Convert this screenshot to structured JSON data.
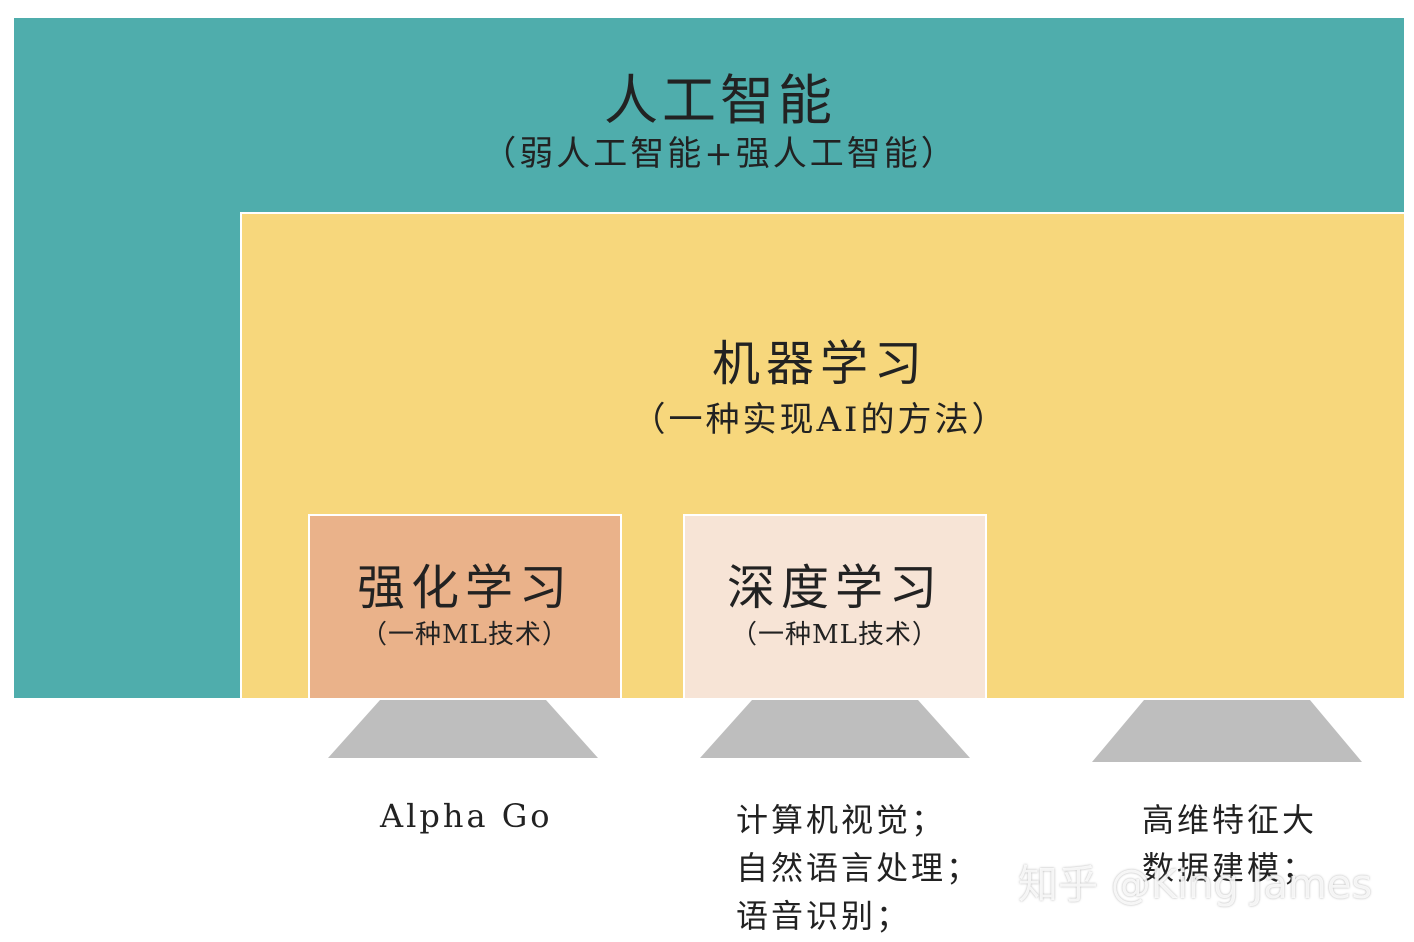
{
  "ai": {
    "title": "人工智能",
    "subtitle": "（弱人工智能+强人工智能）",
    "color": "#4FADAC"
  },
  "ml": {
    "title": "机器学习",
    "subtitle": "（一种实现AI的方法）",
    "color": "#F7D77C"
  },
  "rl": {
    "title": "强化学习",
    "subtitle": "（一种ML技术）",
    "color": "#EAB28A"
  },
  "dl": {
    "title": "深度学习",
    "subtitle": "（一种ML技术）",
    "color": "#F7E4D6"
  },
  "applications": {
    "rl": [
      "Alpha Go"
    ],
    "dl": [
      "计算机视觉；",
      "自然语言处理；",
      "语音识别；"
    ],
    "ml": [
      "高维特征大",
      "数据建模；"
    ]
  },
  "connector_color": "#BEBEBE",
  "watermark": "知乎 @King James"
}
